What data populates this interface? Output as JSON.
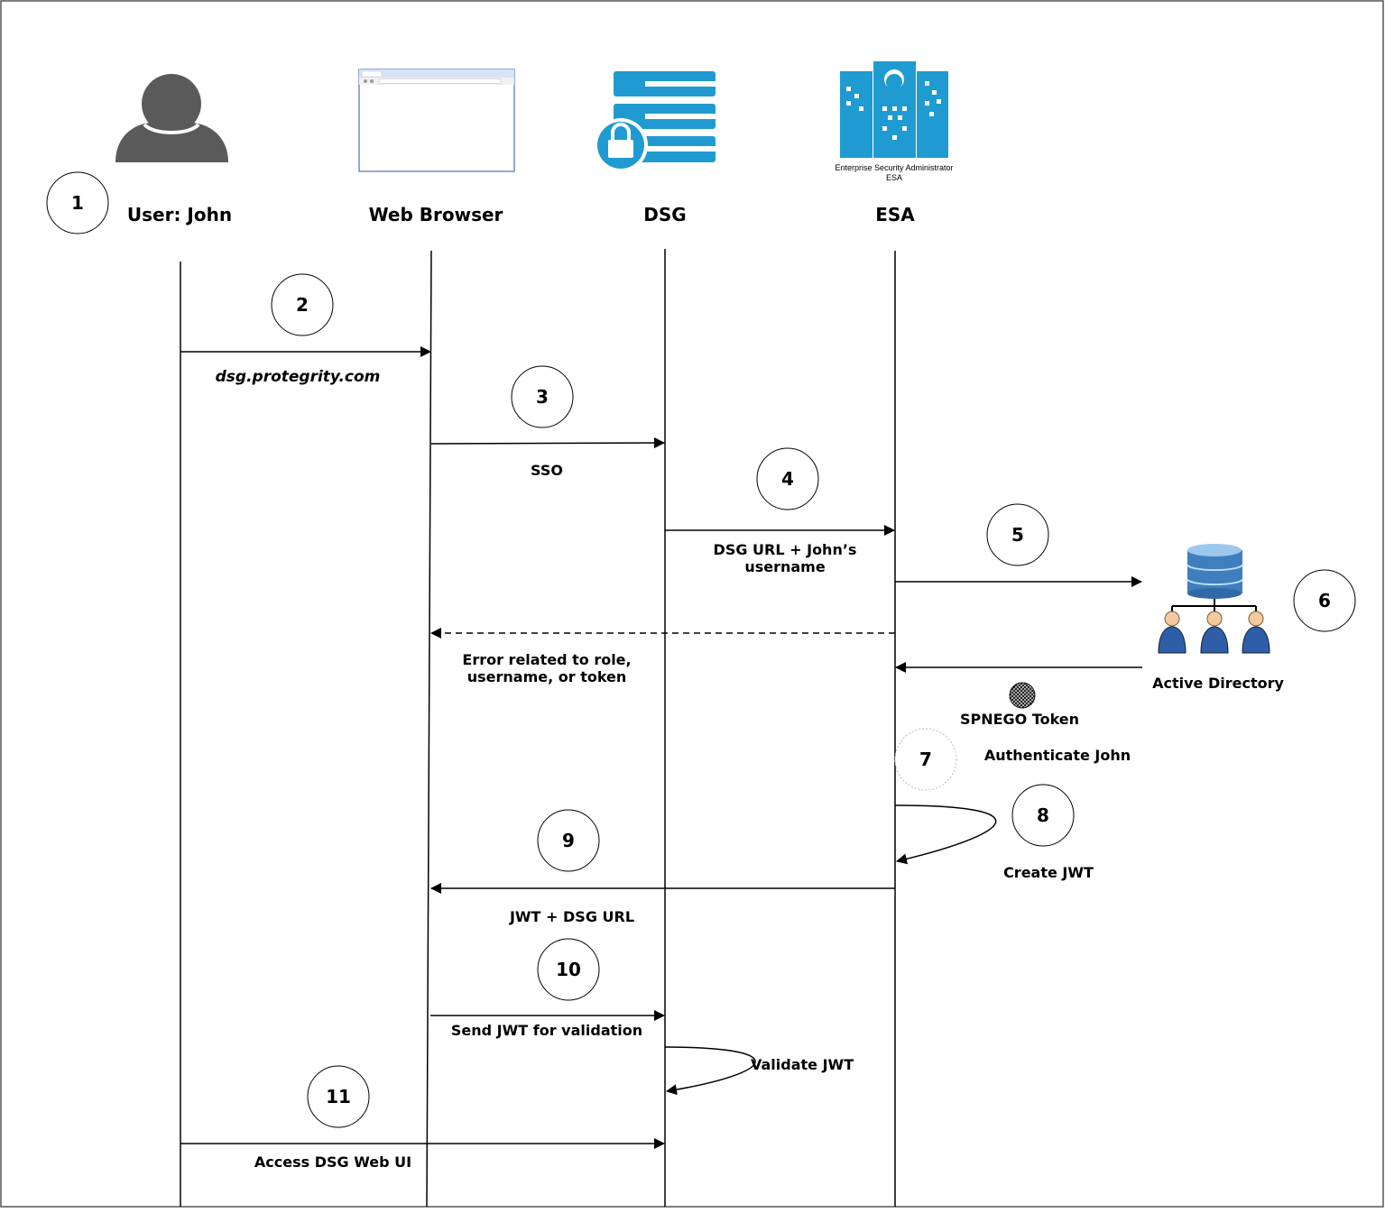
{
  "actors": {
    "user": "User: John",
    "browser": "Web Browser",
    "dsg": "DSG",
    "esa": "ESA",
    "esa_caption_1": "Enterprise Security Administrator",
    "esa_caption_2": "ESA",
    "ad": "Active Directory"
  },
  "icons": {
    "user": "person-icon",
    "browser": "browser-window-icon",
    "dsg": "server-lock-icon",
    "esa": "building-icon",
    "ad": "database-users-icon",
    "token": "spnego-token-icon"
  },
  "steps": [
    "1",
    "2",
    "3",
    "4",
    "5",
    "6",
    "7",
    "8",
    "9",
    "10",
    "11"
  ],
  "messages": {
    "m2": "dsg.protegrity.com",
    "m3": "SSO",
    "m4_line1": "DSG URL + John’s",
    "m4_line2": "username",
    "err_line1": "Error related to role,",
    "err_line2": "username, or token",
    "token": "SPNEGO Token",
    "auth": "Authenticate John",
    "create": "Create JWT",
    "m9": "JWT + DSG URL",
    "m10": "Send JWT for validation",
    "validate": "Validate JWT",
    "m11": "Access DSG Web UI"
  },
  "colors": {
    "accent_blue": "#1f9bd1",
    "user_gray": "#5a5a5a",
    "ad_blue": "#3f7fbf"
  }
}
